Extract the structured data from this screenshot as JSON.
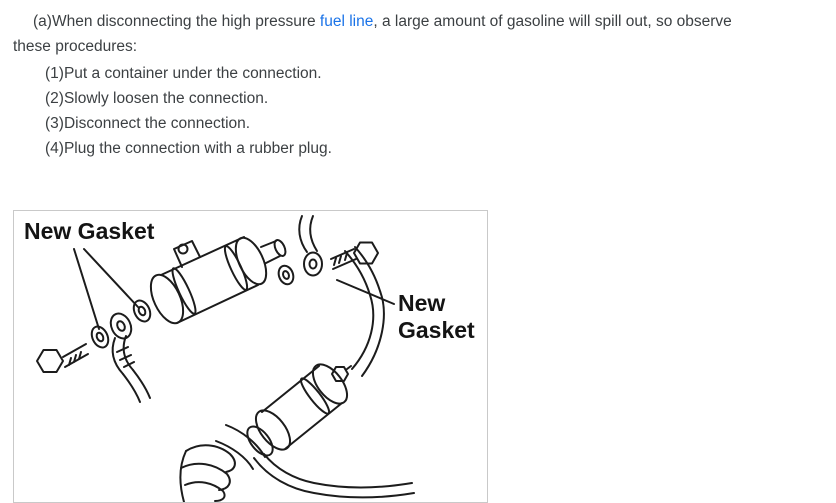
{
  "doc": {
    "intro": {
      "prefix": "(a)When disconnecting the high pressure ",
      "link": "fuel line",
      "suffix": ", a large amount of gasoline will spill out, so observe",
      "line2": "these procedures:"
    },
    "steps": [
      "(1)Put a container under the connection.",
      "(2)Slowly loosen the connection.",
      "(3)Disconnect the connection.",
      "(4)Plug the connection with a rubber plug."
    ],
    "figure": {
      "top_label": "New Gasket",
      "right_label_line1": "New",
      "right_label_line2": "Gasket"
    },
    "colors": {
      "link_blue": "#1a73e8",
      "body_text": "#3c4043",
      "figure_border": "#c9c9c9",
      "line_art": "#1c1c1c"
    }
  }
}
